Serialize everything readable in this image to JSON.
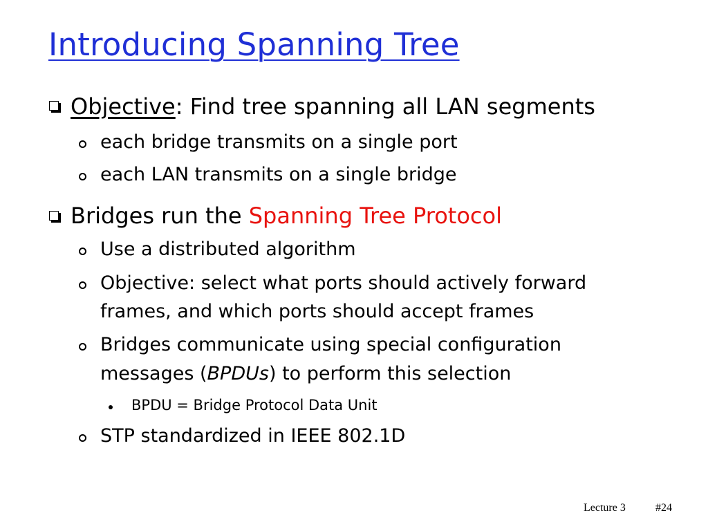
{
  "slide": {
    "title": "Introducing Spanning Tree",
    "bullets": [
      {
        "prefix_underlined": "Objective",
        "text": ": Find tree spanning all LAN segments"
      },
      {
        "prefix": "Bridges run the ",
        "highlight": "Spanning Tree Protocol"
      }
    ],
    "sub_bullets_1": [
      "each bridge transmits on a single port",
      "each LAN transmits on a single bridge"
    ],
    "sub_bullets_2": {
      "b1": "Use a distributed algorithm",
      "b2_line1": "Objective: select what ports should actively forward",
      "b2_line2": "frames, and which ports should accept frames",
      "b3_line1": "Bridges communicate using special configuration",
      "b3_line2_pre": "messages (",
      "b3_line2_it": "BPDUs",
      "b3_line2_post": ") to perform this selection",
      "b4": "STP standardized in IEEE 802.1D"
    },
    "sub_sub_bullet": "BPDU = Bridge Protocol Data Unit",
    "colors": {
      "title": "#1f2fd6",
      "highlight": "#e8130f"
    }
  },
  "footer": {
    "lecture": "Lecture 3",
    "page": "#24"
  }
}
